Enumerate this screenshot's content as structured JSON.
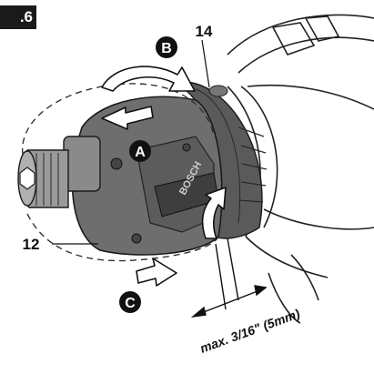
{
  "figure": {
    "tag": ".6",
    "callouts": {
      "part_14": "14",
      "part_12": "12"
    },
    "steps": {
      "a": "A",
      "b": "B",
      "c": "C"
    },
    "measurement": "max. 3/16\" (5mm)",
    "brand": "BOSCH"
  }
}
